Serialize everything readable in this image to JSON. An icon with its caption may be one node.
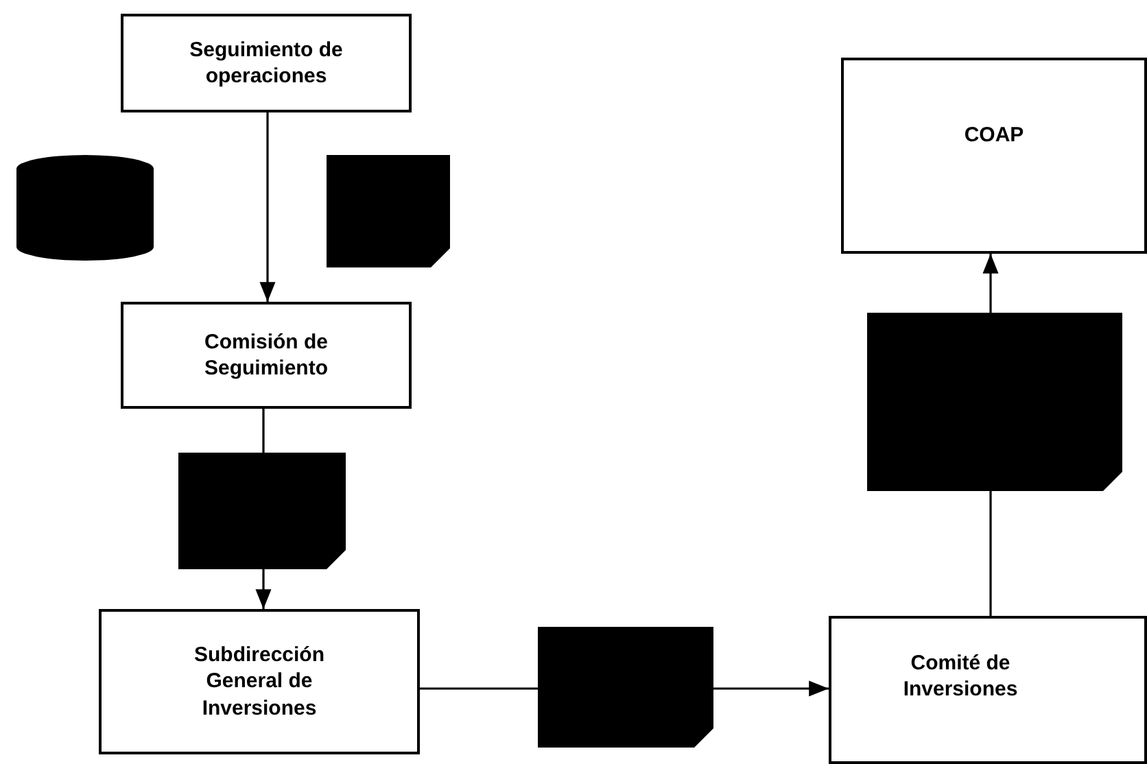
{
  "diagram": {
    "nodes": [
      {
        "text": [
          "Seguimiento de operaciones"
        ]
      },
      {
        "text": [],
        "shape": "cylinder"
      },
      {
        "text": [],
        "shape": "box"
      },
      {
        "text": [
          "Comisión de Seguimiento"
        ]
      },
      {
        "text": [],
        "shape": "box"
      },
      {
        "text": [
          "Subdirección General de Inversiones"
        ]
      },
      {
        "text": [],
        "shape": "box"
      },
      {
        "text": [
          "Comité de Inversiones"
        ]
      },
      {
        "text": [],
        "shape": "box"
      },
      {
        "text": [
          "COAP"
        ]
      }
    ],
    "edges": [
      {
        "from": 0,
        "to": 3,
        "arrow": "to"
      },
      {
        "from": 3,
        "to": 4,
        "arrow": "none"
      },
      {
        "from": 4,
        "to": 5,
        "arrow": "to"
      },
      {
        "from": 5,
        "to": 6,
        "arrow": "none"
      },
      {
        "from": 6,
        "to": 7,
        "arrow": "to"
      },
      {
        "from": 7,
        "to": 8,
        "arrow": "none"
      },
      {
        "from": 8,
        "to": 9,
        "arrow": "to"
      }
    ]
  }
}
